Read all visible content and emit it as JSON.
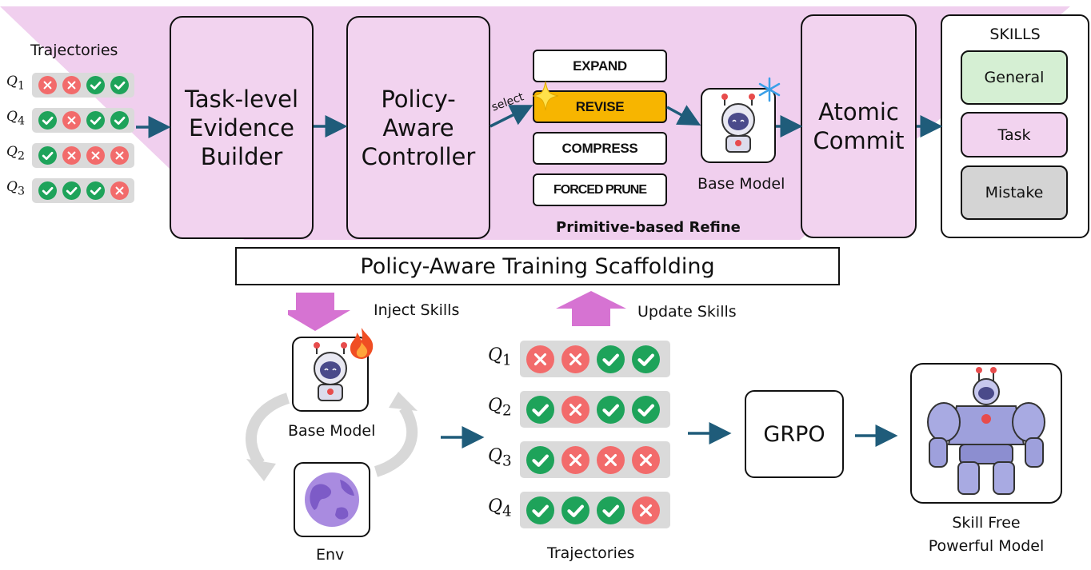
{
  "top": {
    "trajectories_label": "Trajectories",
    "rows": [
      {
        "q": "Q",
        "sub": "1",
        "marks": [
          "x",
          "x",
          "v",
          "v"
        ]
      },
      {
        "q": "Q",
        "sub": "4",
        "marks": [
          "v",
          "x",
          "v",
          "v"
        ]
      },
      {
        "q": "Q",
        "sub": "2",
        "marks": [
          "v",
          "x",
          "x",
          "x"
        ]
      },
      {
        "q": "Q",
        "sub": "3",
        "marks": [
          "v",
          "v",
          "v",
          "x"
        ]
      }
    ],
    "evidence_builder": "Task-level Evidence Builder",
    "controller": "Policy-Aware Controller",
    "select_label": "select",
    "primitives": [
      "EXPAND",
      "REVISE",
      "COMPRESS",
      "FORCED PRUNE"
    ],
    "refine_label": "Primitive-based Refine",
    "base_model_label": "Base Model",
    "atomic_commit": "Atomic Commit",
    "skills_title": "SKILLS",
    "skills": [
      "General",
      "Task",
      "Mistake"
    ]
  },
  "banner": "Policy-Aware Training Scaffolding",
  "bottom": {
    "inject_label": "Inject Skills",
    "update_label": "Update Skills",
    "base_model_label": "Base Model",
    "env_label": "Env",
    "rows": [
      {
        "q": "Q",
        "sub": "1",
        "marks": [
          "x",
          "x",
          "v",
          "v"
        ]
      },
      {
        "q": "Q",
        "sub": "2",
        "marks": [
          "v",
          "x",
          "v",
          "v"
        ]
      },
      {
        "q": "Q",
        "sub": "3",
        "marks": [
          "v",
          "x",
          "x",
          "x"
        ]
      },
      {
        "q": "Q",
        "sub": "4",
        "marks": [
          "v",
          "v",
          "v",
          "x"
        ]
      }
    ],
    "trajectories_label": "Trajectories",
    "grpo": "GRPO",
    "final_label_1": "Skill Free",
    "final_label_2": "Powerful Model"
  },
  "colors": {
    "pink_region": "#f0cfee",
    "box_fill": "#f2d3ef",
    "revise_fill": "#f7b500",
    "general_fill": "#d5efd3",
    "task_fill": "#f2d3ef",
    "mistake_fill": "#d4d4d4",
    "check_green": "#1ea35a",
    "cross_red": "#f26b6b",
    "arrow_teal": "#1f5c7a",
    "magenta_arrow": "#d673d2"
  },
  "icons": [
    "robot-icon",
    "snowflake-icon",
    "fire-icon",
    "globe-icon",
    "mech-robot-icon",
    "sparkle-icon",
    "check-icon",
    "cross-icon",
    "cycle-arrow-icon"
  ]
}
